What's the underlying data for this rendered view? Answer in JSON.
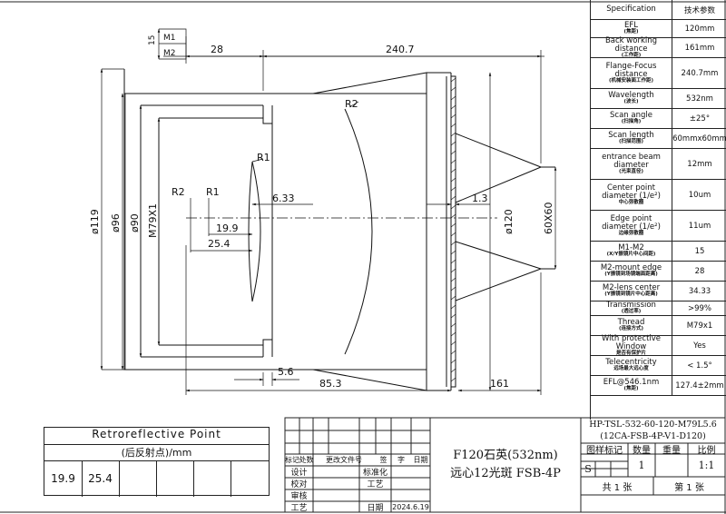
{
  "drawing": {
    "dims": {
      "m1": "M1",
      "m2": "M2",
      "d15": "15",
      "d28": "28",
      "d240_7": "240.7",
      "r2_top": "R2",
      "r1_top": "R1",
      "r2_left": "R2",
      "r1_left": "R1",
      "d6_33": "6.33",
      "d19_9": "19.9",
      "d25_4": "25.4",
      "d1_3": "1.3",
      "d5_6": "5.6",
      "d85_3": "85.3",
      "d161": "161",
      "dia119": "ø119",
      "dia96": "ø96",
      "dia90": "ø90",
      "m79": "M79X1",
      "dia120": "ø120",
      "sq60": "60X60"
    }
  },
  "spec_table": [
    {
      "label": "Specification",
      "label_zh": "",
      "value": "技术参数"
    },
    {
      "label": "EFL",
      "label_zh": "(焦距)",
      "value": "120mm"
    },
    {
      "label": "Back working distance",
      "label_zh": "(工作距)",
      "value": "161mm"
    },
    {
      "label": "Flange-Focus distance",
      "label_zh": "(机械安装面工作距)",
      "value": "240.7mm"
    },
    {
      "label": "Wavelength",
      "label_zh": "(波长)",
      "value": "532nm"
    },
    {
      "label": "Scan angle",
      "label_zh": "(扫描角)",
      "value": "±25°"
    },
    {
      "label": "Scan length",
      "label_zh": "(扫描范围)",
      "value": "60mmx60mm"
    },
    {
      "label": "entrance beam diameter",
      "label_zh": "(光束直径)",
      "value": "12mm"
    },
    {
      "label": "Center point diameter (1/e²)",
      "label_zh": "中心弥散圈",
      "value": "10um"
    },
    {
      "label": "Edge point diameter (1/e²)",
      "label_zh": "边缘弥散圈",
      "value": "11um"
    },
    {
      "label": "M1-M2",
      "label_zh": "(X/Y振镜片中心间距)",
      "value": "15"
    },
    {
      "label": "M2-mount edge",
      "label_zh": "(Y振镜到场镜端面距离)",
      "value": "28"
    },
    {
      "label": "M2-lens center",
      "label_zh": "(Y振镜到镜片中心距离)",
      "value": "34.33"
    },
    {
      "label": "Transmission",
      "label_zh": "(透过率)",
      "value": ">99%"
    },
    {
      "label": "Thread",
      "label_zh": "(连接方式)",
      "value": "M79x1"
    },
    {
      "label": "With protective Window",
      "label_zh": "是否有保护片",
      "value": "Yes"
    },
    {
      "label": "Telecentricity",
      "label_zh": "远场最大远心度",
      "value": "< 1.5°"
    },
    {
      "label": "EFL@546.1nm",
      "label_zh": "(焦距)",
      "value": "127.4±2mm"
    }
  ],
  "retro": {
    "title": "Retroreflective Point",
    "subtitle": "(后反射点)/mm",
    "v1": "19.9",
    "v2": "25.4"
  },
  "title_block": {
    "part_no": "HP-TSL-532-60-120-M79L5.6",
    "part_no2": "(12CA-FSB-4P-V1-D120)",
    "name1": "F120石英(532nm)",
    "name2": "远心12光斑 FSB-4P",
    "h_mark": "标记",
    "h_count": "处数",
    "h_change": "更改文件号",
    "h_sign": "签",
    "h_date": "字",
    "h_day": "日期",
    "design": "设计",
    "std": "标准化",
    "check": "校对",
    "process": "工艺",
    "approve": "审核",
    "craft": "工艺",
    "date_label": "日期",
    "date": "2024.6.19",
    "stage": "图样标记",
    "qty": "数量",
    "weight": "重量",
    "ratio": "比例",
    "stage_val": "S",
    "qty_val": "1",
    "ratio_val": "1:1",
    "total": "共 1 张",
    "sheet": "第 1 张"
  }
}
